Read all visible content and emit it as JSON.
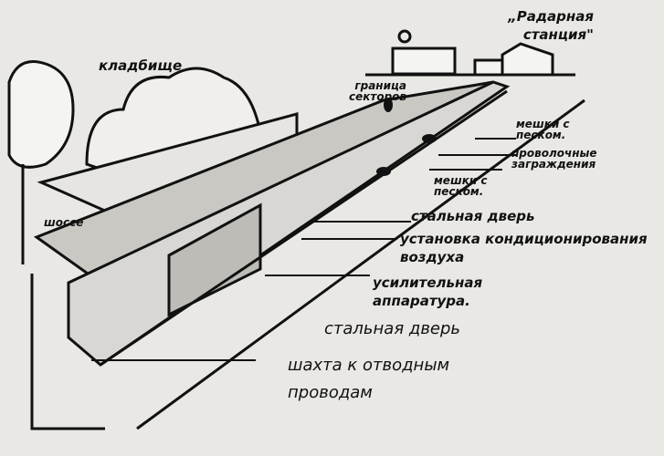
{
  "labels": {
    "radar_station": "„Радарная станция\"",
    "cemetery": "кладбище",
    "sector_border": "граница секторов",
    "sandbags_1": "мешки с песком.",
    "wire_barrier": "проволочные заграждения",
    "sandbags_2": "мешки с песком.",
    "highway": "шоссе",
    "steel_door_1": "стальная дверь",
    "air_conditioning": "установка кондиционирования воздуха",
    "amplifier": "усилительная аппаратура.",
    "steel_door_2": "стальная дверь",
    "shaft": "шахта к отводным проводам"
  }
}
